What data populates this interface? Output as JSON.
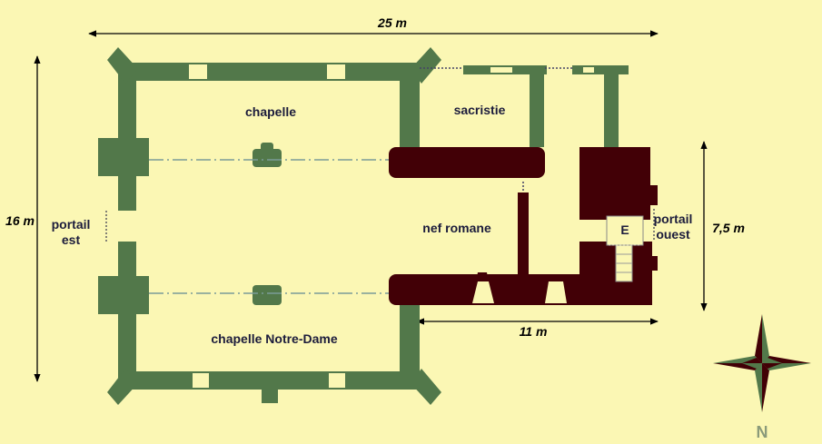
{
  "dimensions": {
    "width": "25 m",
    "height": "16 m",
    "nave_length": "11 m",
    "nave_width": "7,5 m"
  },
  "rooms": {
    "chapelle": "chapelle",
    "sacristie": "sacristie",
    "nef": "nef romane",
    "chapelle_nd": "chapelle Notre-Dame",
    "stair": "E"
  },
  "portals": {
    "east_line1": "portail",
    "east_line2": "est",
    "west_line1": "portail",
    "west_line2": "ouest"
  },
  "compass": {
    "north_label": "N",
    "colors": {
      "dark": "#420006",
      "green": "#52784a"
    }
  },
  "colors": {
    "background": "#fbf7b4",
    "gothic_walls": "#52784a",
    "romanesque_walls": "#420006"
  }
}
